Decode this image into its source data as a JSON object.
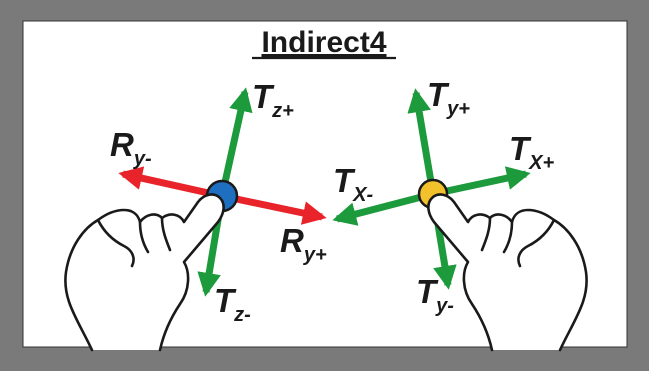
{
  "title": "Indirect4",
  "colors": {
    "frame": "#7a7a7a",
    "panel": "#ffffff",
    "red_arrow": "#e8242a",
    "green_arrow": "#1c9a3c",
    "blue_touch": "#1f6fc0",
    "yellow_touch": "#f3c12b",
    "outline": "#1a1a1a"
  },
  "labels": {
    "tz_plus": {
      "main": "T",
      "sub": "z+"
    },
    "tz_minus": {
      "main": "T",
      "sub": "z-"
    },
    "ry_minus": {
      "main": "R",
      "sub": "y-"
    },
    "ry_plus": {
      "main": "R",
      "sub": "y+"
    },
    "ty_plus": {
      "main": "T",
      "sub": "y+"
    },
    "ty_minus": {
      "main": "T",
      "sub": "y-"
    },
    "tx_minus": {
      "main": "T",
      "sub": "X-"
    },
    "tx_plus": {
      "main": "T",
      "sub": "X+"
    }
  },
  "icons": {
    "left_hand": "pointing-hand-icon",
    "right_hand": "pointing-hand-icon",
    "left_touch": "touch-point-icon",
    "right_touch": "touch-point-icon"
  }
}
